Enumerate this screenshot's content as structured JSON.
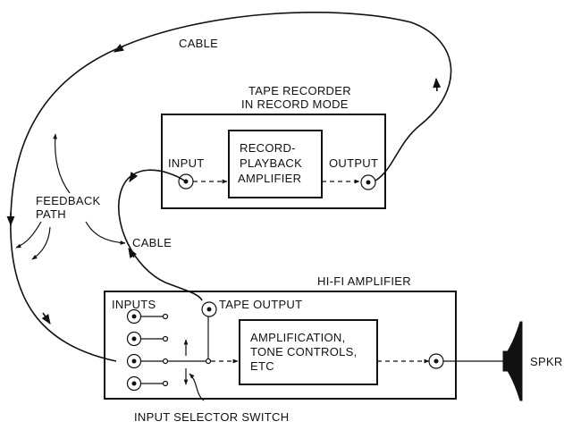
{
  "labels": {
    "cable_top": "CABLE",
    "tape_recorder_line1": "TAPE RECORDER",
    "tape_recorder_line2": "IN RECORD MODE",
    "input": "INPUT",
    "output": "OUTPUT",
    "amp_line1": "RECORD-",
    "amp_line2": "PLAYBACK",
    "amp_line3": "AMPLIFIER",
    "feedback_line1": "FEEDBACK",
    "feedback_line2": "PATH",
    "cable_mid": "CABLE",
    "hifi_amplifier": "HI-FI AMPLIFIER",
    "inputs": "INPUTS",
    "tape_output": "TAPE OUTPUT",
    "amplification_line1": "AMPLIFICATION,",
    "amplification_line2": "TONE CONTROLS,",
    "amplification_line3": "ETC",
    "speaker": "SPKR",
    "input_selector_switch": "INPUT SELECTOR SWITCH"
  }
}
